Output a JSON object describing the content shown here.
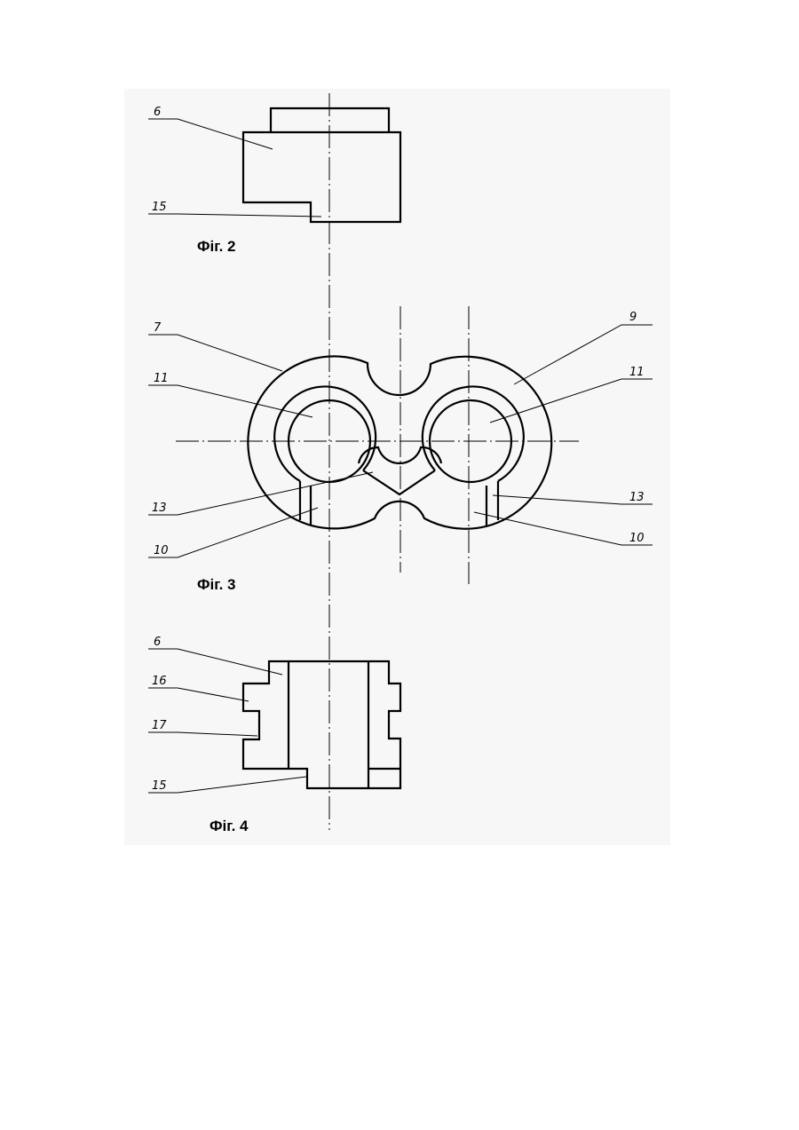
{
  "figures": [
    {
      "caption": "Фіг. 2",
      "callouts": [
        "6",
        "15"
      ]
    },
    {
      "caption": "Фіг. 3",
      "callouts": [
        "7",
        "11",
        "13",
        "10",
        "9",
        "11",
        "13",
        "10"
      ]
    },
    {
      "caption": "Фіг. 4",
      "callouts": [
        "6",
        "16",
        "17",
        "15"
      ]
    }
  ]
}
